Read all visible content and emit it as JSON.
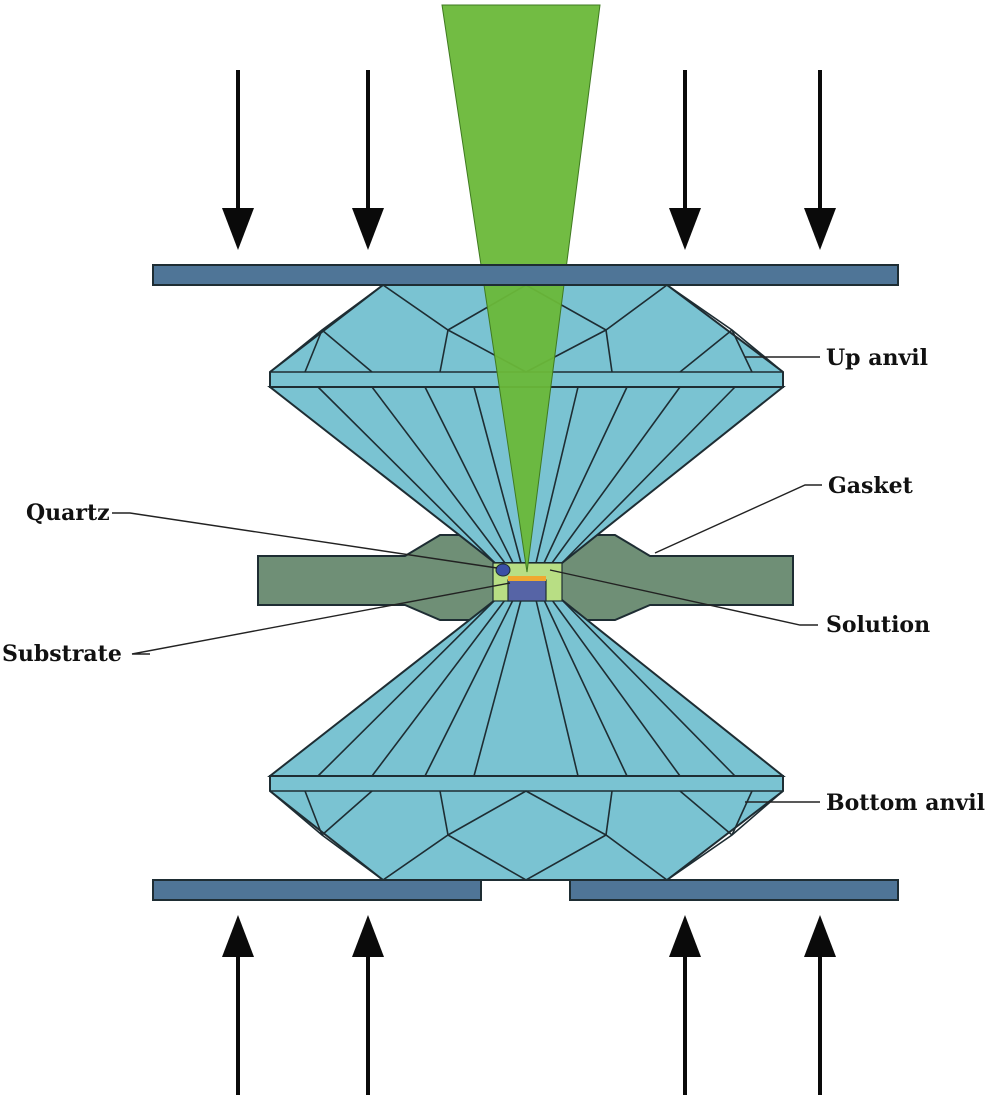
{
  "labels": {
    "up_anvil": "Up anvil",
    "gasket": "Gasket",
    "quartz": "Quartz",
    "solution": "Solution",
    "substrate": "Substrate",
    "bottom_anvil": "Bottom anvil"
  },
  "colors": {
    "diamond": "#7ac3d2",
    "plate": "#4f7597",
    "gasket": "#6f8f76",
    "laser": "#6ab839",
    "solution": "#b8de84",
    "substrate": "#5664a6",
    "quartz": "#3a4fa6",
    "sample_top": "#f0a830",
    "arrow": "#0a0a0a",
    "line": "#1e2d33"
  },
  "icons": {
    "press_arrow_down": "arrow-down-icon",
    "press_arrow_up": "arrow-up-icon"
  }
}
